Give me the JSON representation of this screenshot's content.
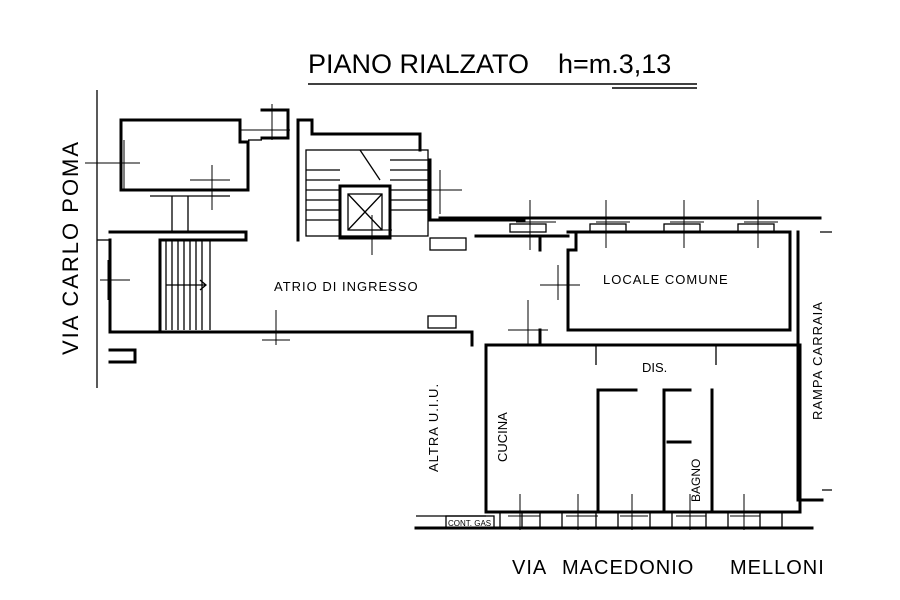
{
  "title": {
    "floor": "PIANO RIALZATO",
    "height": "h=m.3,13"
  },
  "rooms": {
    "atrio": "ATRIO DI INGRESSO",
    "locale_comune": "LOCALE COMUNE",
    "dis": "DIS.",
    "cucina": "CUCINA",
    "bagno": "BAGNO"
  },
  "surroundings": {
    "via_carlo_poma": "VIA CARLO POMA",
    "altra_uiu": "ALTRA U.I.U.",
    "rampa_carraia": "RAMPA CARRAIA",
    "via": "VIA",
    "macedonio": "MACEDONIO",
    "melloni": "MELLONI",
    "cont_gas": "CONT. GAS"
  }
}
